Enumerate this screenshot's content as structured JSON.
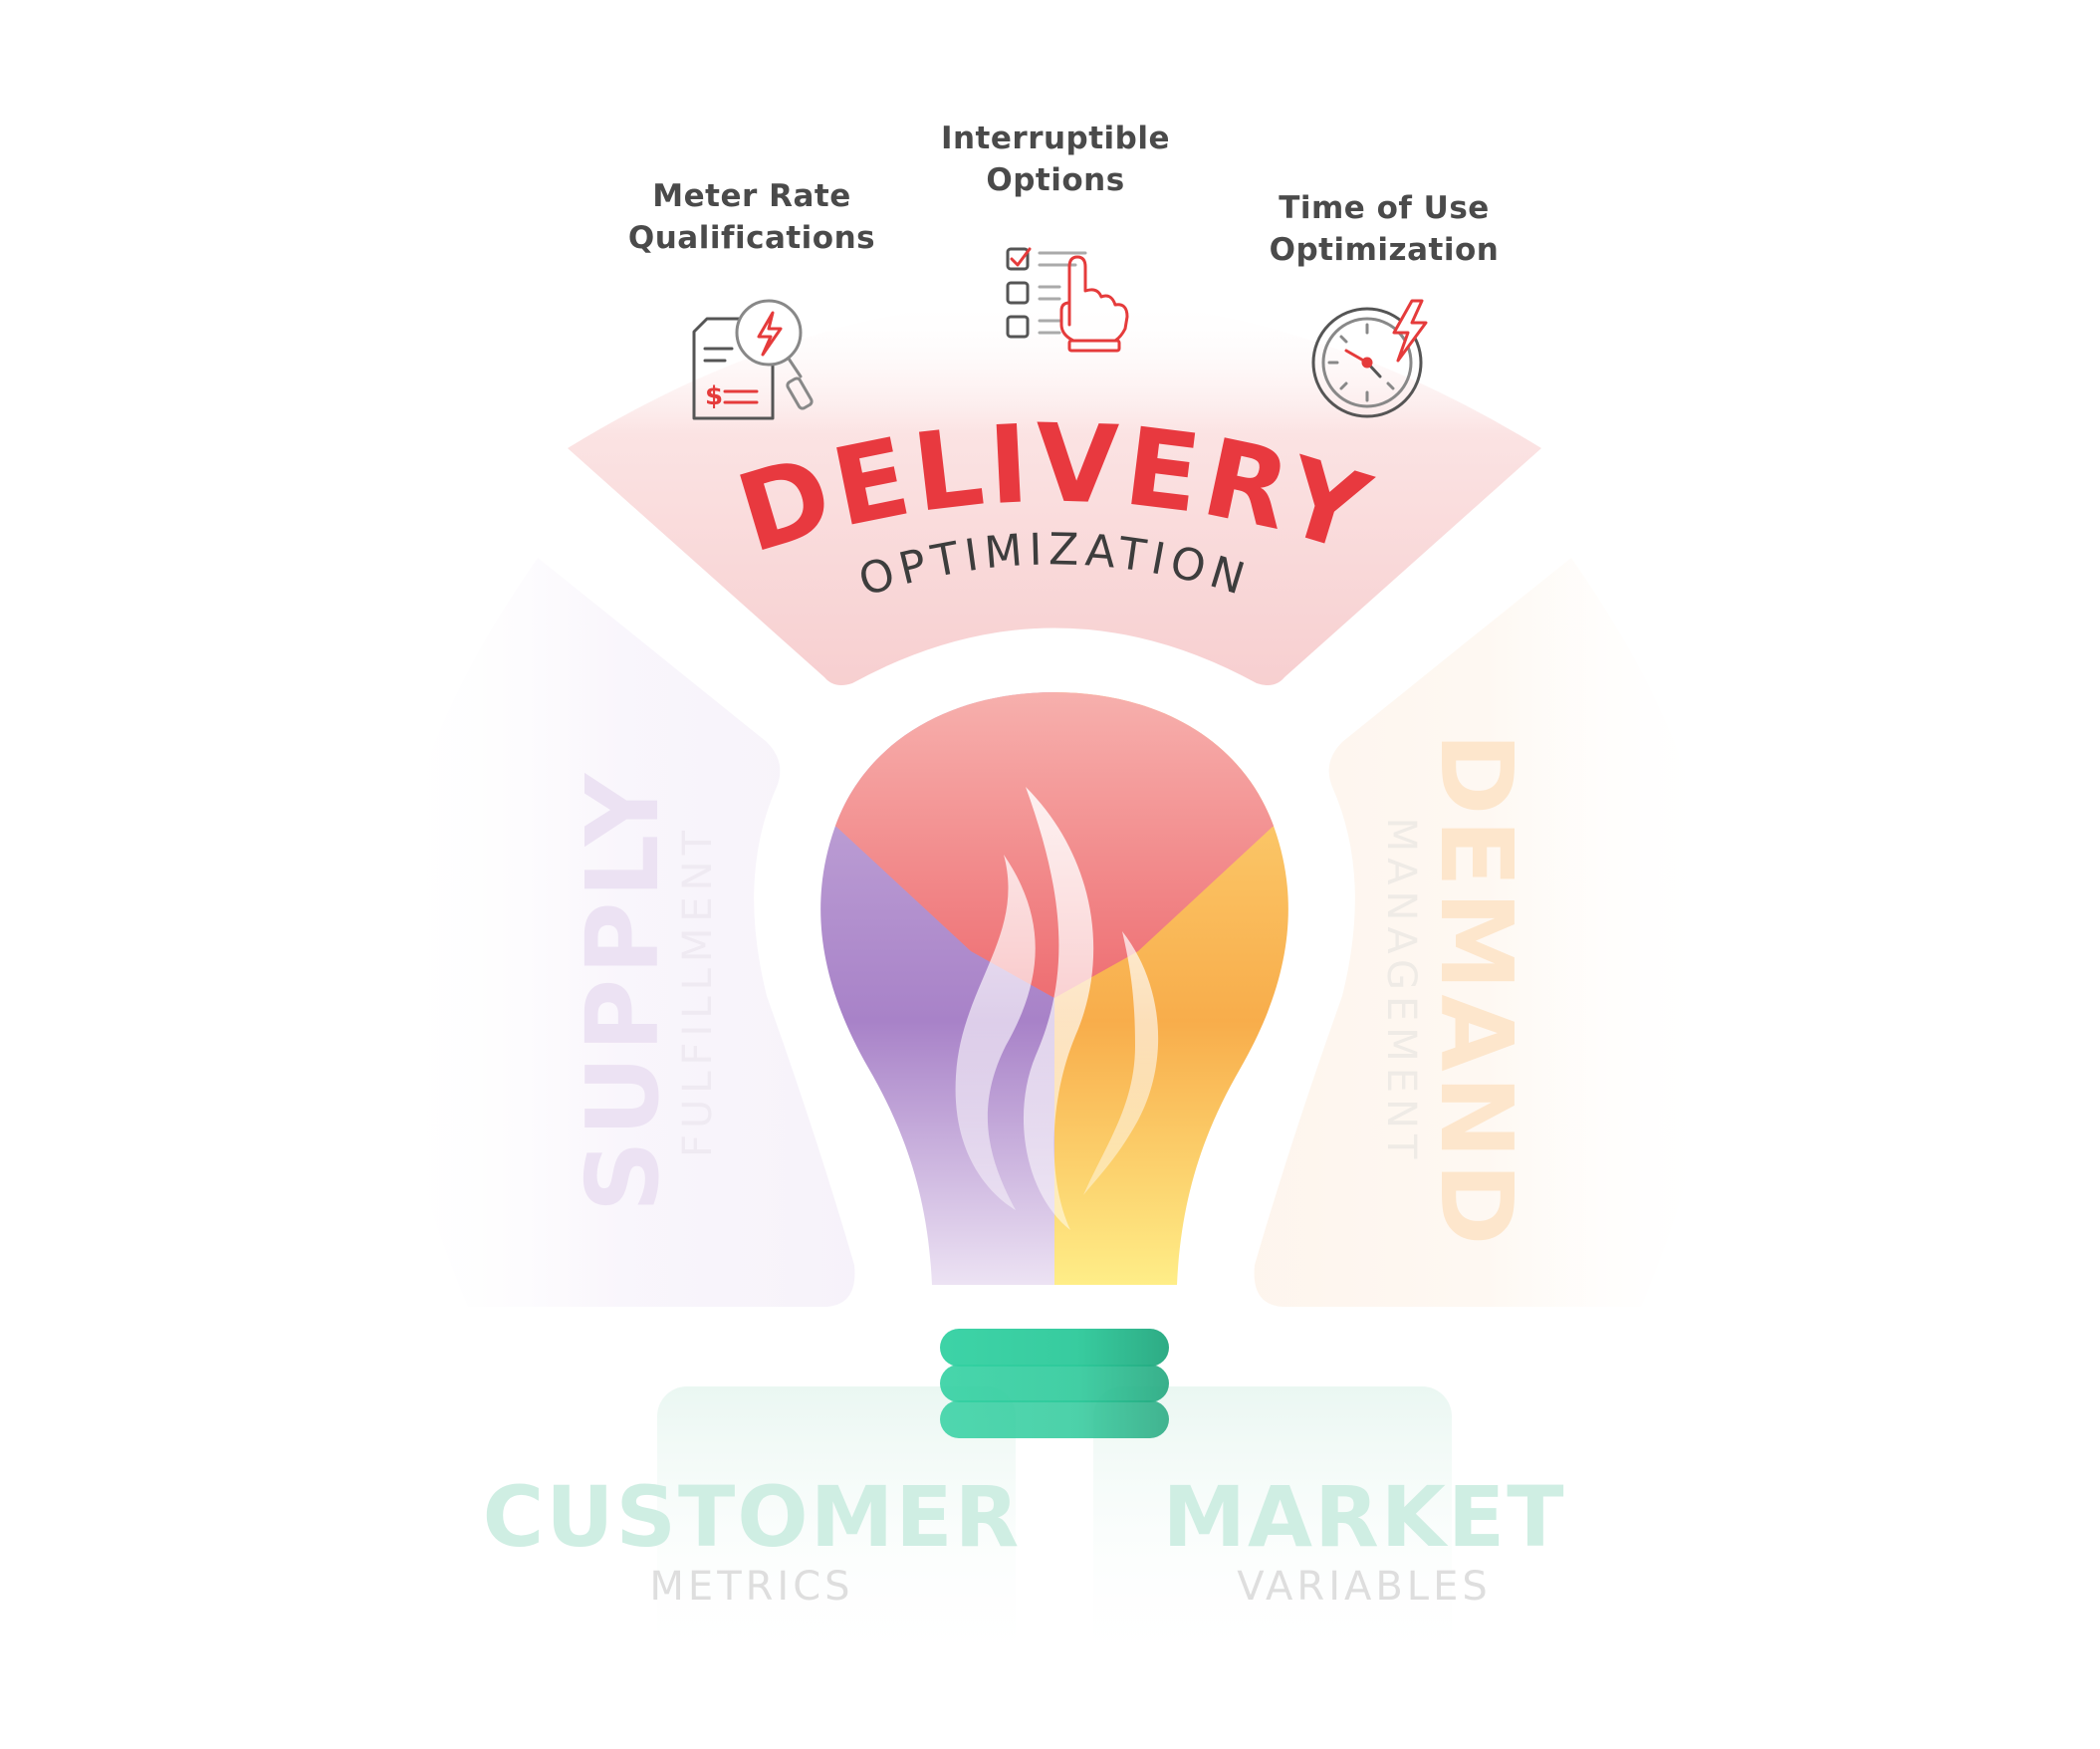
{
  "features": [
    {
      "line1": "Meter Rate",
      "line2": "Qualifications",
      "icon": "invoice-magnifier-bolt-icon"
    },
    {
      "line1": "Interruptible",
      "line2": "Options",
      "icon": "checklist-hand-pointer-icon"
    },
    {
      "line1": "Time of Use",
      "line2": "Optimization",
      "icon": "stopwatch-bolt-icon"
    }
  ],
  "segments": {
    "delivery": {
      "title": "DELIVERY",
      "subtitle": "OPTIMIZATION",
      "color": "#e8393f"
    },
    "supply": {
      "title": "SUPPLY",
      "subtitle": "FULFILLMENT",
      "color": "#e6d9ef"
    },
    "demand": {
      "title": "DEMAND",
      "subtitle": "MANAGEMENT",
      "color": "#fbe1c6"
    },
    "customer": {
      "title": "CUSTOMER",
      "subtitle": "METRICS",
      "color": "#cfeee3"
    },
    "market": {
      "title": "MARKET",
      "subtitle": "VARIABLES",
      "color": "#cfeee3"
    }
  },
  "colors": {
    "bulb_red": "#ee6e72",
    "bulb_purple": "#a882c8",
    "bulb_orange": "#f8ad4b",
    "base_green": "#2dc99a",
    "icon_red": "#e53b3b",
    "icon_gray": "#555555"
  }
}
